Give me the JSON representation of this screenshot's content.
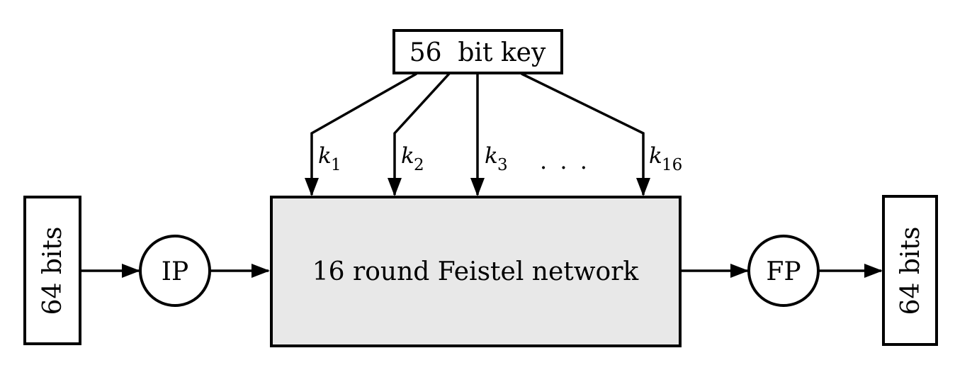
{
  "nodes": {
    "key_box": {
      "label": "56  bit key"
    },
    "feistel_box": {
      "label": "16 round Feistel network"
    },
    "input_box": {
      "label": "64 bits"
    },
    "ip_node": {
      "label": "IP"
    },
    "fp_node": {
      "label": "FP"
    },
    "output_box": {
      "label": "64 bits"
    }
  },
  "key_arrows": [
    {
      "base": "k",
      "sub": "1"
    },
    {
      "base": "k",
      "sub": "2"
    },
    {
      "base": "k",
      "sub": "3"
    },
    {
      "base": "k",
      "sub": "16"
    }
  ],
  "ellipsis": ". . .",
  "colors": {
    "stroke": "#000000",
    "feistel_fill": "#e8e8e8",
    "node_fill": "#ffffff",
    "background": "#ffffff"
  }
}
